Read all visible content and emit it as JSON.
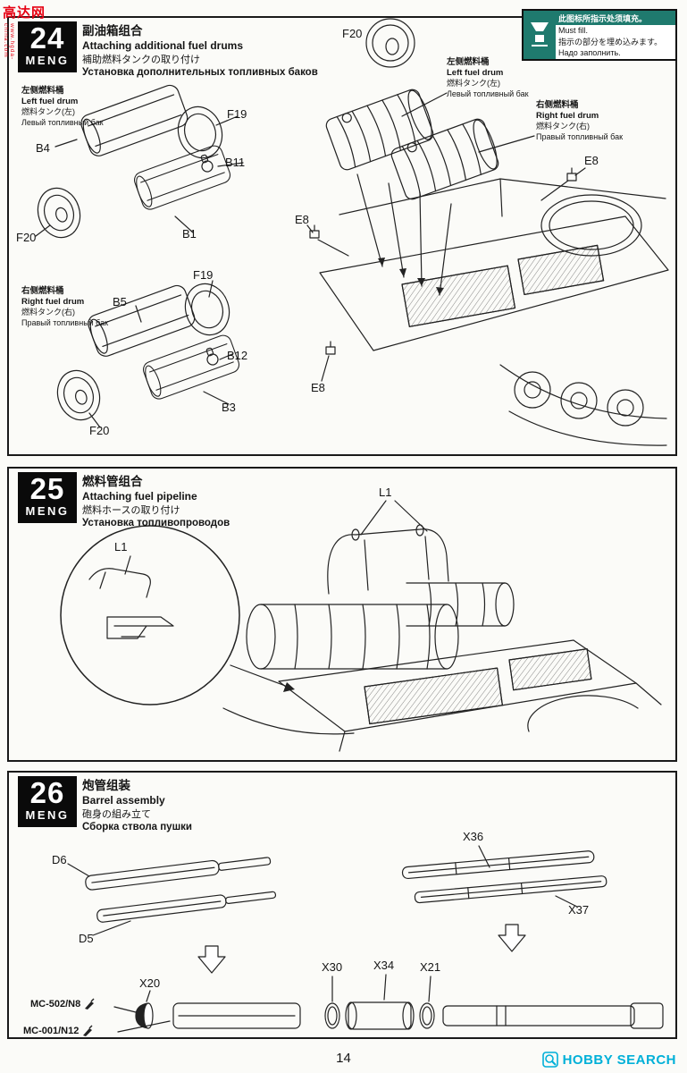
{
  "page": {
    "number": "14"
  },
  "watermark": {
    "title": "高达网",
    "url": "www.hgda-china.com"
  },
  "footer": {
    "brand": "HOBBY SEARCH"
  },
  "note": {
    "zh": "此图标所指示处须填充。",
    "en": "Must fill.",
    "ja": "指示の部分を埋め込みます。",
    "ru": "Надо заполнить."
  },
  "steps": {
    "s24": {
      "number": "24",
      "brand": "MENG",
      "title_zh": "副油箱组合",
      "title_en": "Attaching additional fuel drums",
      "title_ja": "補助燃料タンクの取り付け",
      "title_ru": "Установка дополнительных топливных баков",
      "left_drum": {
        "zh": "左侧燃料桶",
        "en": "Left fuel drum",
        "ja": "燃料タンク(左)",
        "ru": "Левый топливный бак"
      },
      "right_drum": {
        "zh": "右侧燃料桶",
        "en": "Right fuel drum",
        "ja": "燃料タンク(右)",
        "ru": "Правый топливный бак"
      },
      "labels": {
        "f20_top": "F20",
        "b4": "B4",
        "f19a": "F19",
        "b11": "B11",
        "b1": "B1",
        "f20a": "F20",
        "b5": "B5",
        "f19b": "F19",
        "b12": "B12",
        "b3": "B3",
        "f20b": "F20",
        "e8a": "E8",
        "e8b": "E8",
        "e8c": "E8"
      }
    },
    "s25": {
      "number": "25",
      "brand": "MENG",
      "title_zh": "燃料管组合",
      "title_en": "Attaching fuel pipeline",
      "title_ja": "燃料ホースの取り付け",
      "title_ru": "Установка топливопроводов",
      "labels": {
        "l1_top": "L1",
        "l1_circle": "L1"
      }
    },
    "s26": {
      "number": "26",
      "brand": "MENG",
      "title_zh": "炮管组装",
      "title_en": "Barrel assembly",
      "title_ja": "砲身の組み立て",
      "title_ru": "Сборка ствола пушки",
      "labels": {
        "d6": "D6",
        "d5": "D5",
        "x36": "X36",
        "x37": "X37",
        "x20": "X20",
        "x30": "X30",
        "x34": "X34",
        "x21": "X21"
      },
      "paints": [
        "MC-502/N8",
        "MC-001/N12"
      ]
    }
  },
  "colors": {
    "teal": "#1f7a6e",
    "red": "#e60012",
    "blue": "#0068b7",
    "cyan": "#00b0d8",
    "ink": "#1a1a1a"
  }
}
